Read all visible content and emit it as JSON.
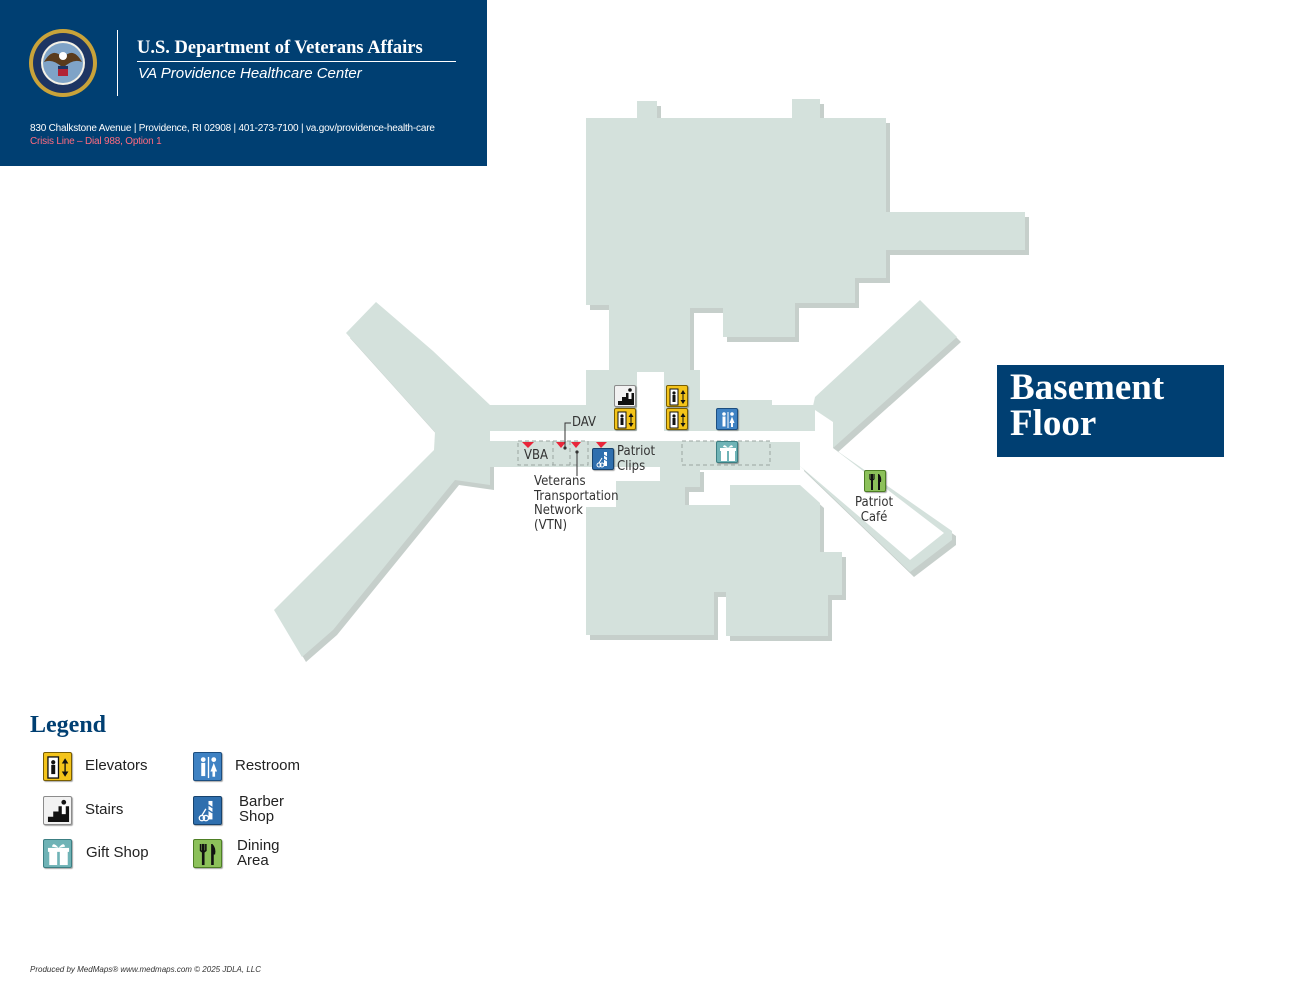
{
  "header": {
    "department": "U.S. Department of Veterans Affairs",
    "facility": "VA Providence Healthcare Center",
    "address": "830 Chalkstone Avenue | Providence, RI 02908 | 401-273-7100 | va.gov/providence-health-care",
    "crisis_line": "Crisis Line – Dial 988, Option 1",
    "seal_icon": "va-seal-icon"
  },
  "floor": {
    "title": "Basement Floor"
  },
  "map_labels": {
    "dav": "DAV",
    "vba": "VBA",
    "patriot_clips": "Patriot\nClips",
    "vtn": "Veterans\nTransportation\nNetwork\n(VTN)",
    "patriot_cafe": "Patriot\nCafé"
  },
  "map_icons": {
    "stairs": "stairs-icon",
    "elevator": "elevator-icon",
    "restroom": "restroom-icon",
    "barber": "barber-shop-icon",
    "gift_shop": "gift-shop-icon",
    "dining": "dining-icon"
  },
  "legend": {
    "title": "Legend",
    "items": [
      {
        "label": "Elevators",
        "icon": "elevator-icon"
      },
      {
        "label": "Stairs",
        "icon": "stairs-icon"
      },
      {
        "label": "Gift Shop",
        "icon": "gift-shop-icon"
      },
      {
        "label": "Restroom",
        "icon": "restroom-icon"
      },
      {
        "label": "Barber\nShop",
        "icon": "barber-shop-icon"
      },
      {
        "label": "Dining\nArea",
        "icon": "dining-icon"
      }
    ]
  },
  "credit": "Produced by MedMaps® www.medmaps.com   © 2025 JDLA, LLC",
  "colors": {
    "navy": "#003f72",
    "building": "#d4e1dc",
    "crisis": "#ff6b7f",
    "marker": "#e8263a"
  }
}
